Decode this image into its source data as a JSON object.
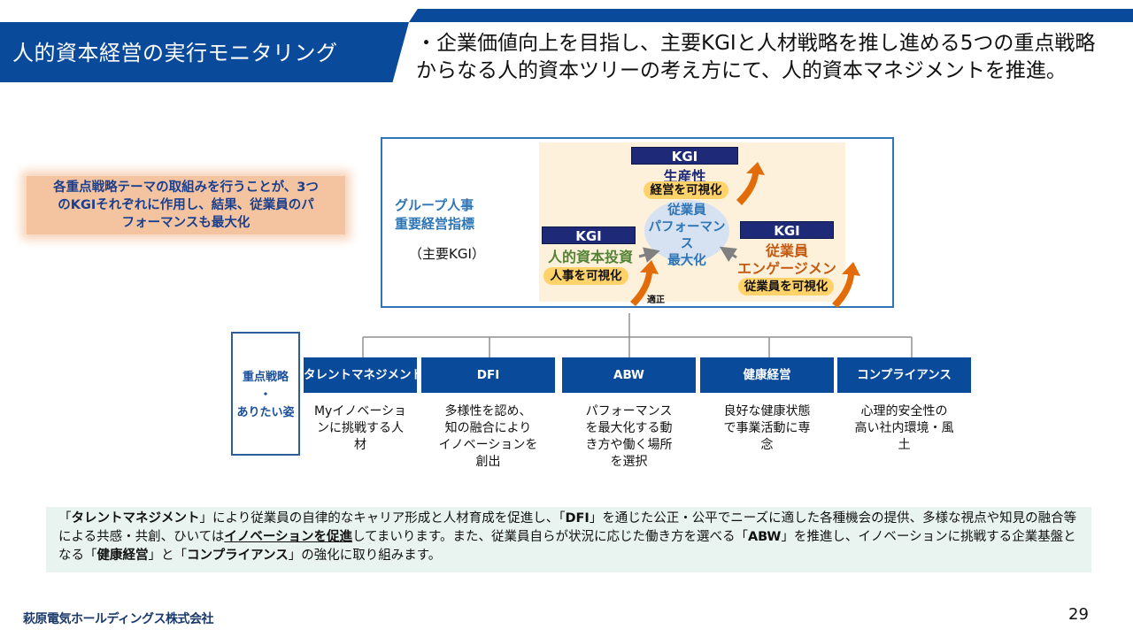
{
  "header": {
    "title": "人的資本経営の実行モニタリング",
    "lead": "・企業価値向上を目指し、主要KGIと人材戦略を推し進める5つの重点戦略からなる人的資本ツリーの考え方にて、人的資本マネジメントを推進。"
  },
  "callout": {
    "lines": [
      "各重点戦略テーマの取組みを行うことが、3つ",
      "のKGIそれぞれに作用し、結果、従業員のパ",
      "フォーマンスも最大化"
    ]
  },
  "kgi_panel": {
    "label_line1": "グループ人事",
    "label_line2": "重要経営指標",
    "sub_label": "（主要KGI）",
    "center": [
      "従業員",
      "パフォーマンス",
      "最大化"
    ],
    "annotation": "適正",
    "kgis": [
      {
        "badge": "KGI",
        "name": "生産性",
        "pill": "経営を可視化",
        "color": "#1e2a78"
      },
      {
        "badge": "KGI",
        "name": "人的資本投資",
        "pill": "人事を可視化",
        "color": "#548235"
      },
      {
        "badge": "KGI",
        "name_line1": "従業員",
        "name_line2": "エンゲージメント",
        "pill": "従業員を可視化",
        "color": "#c55a11"
      }
    ]
  },
  "tree": {
    "side_label_line1": "重点戦略",
    "side_label_sep": "・",
    "side_label_line2": "ありたい姿",
    "strategies": [
      {
        "name": "タレントマネジメント",
        "desc": [
          "Myイノベーショ",
          "ンに挑戦する人",
          "材"
        ]
      },
      {
        "name": "DFI",
        "desc": [
          "多様性を認め、",
          "知の融合により",
          "イノベーションを",
          "創出"
        ]
      },
      {
        "name": "ABW",
        "desc": [
          "パフォーマンス",
          "を最大化する動",
          "き方や働く場所",
          "を選択"
        ]
      },
      {
        "name": "健康経営",
        "desc": [
          "良好な健康状態",
          "で事業活動に専",
          "念"
        ]
      },
      {
        "name": "コンプライアンス",
        "desc": [
          "心理的安全性の",
          "高い社内環境・風",
          "土"
        ]
      }
    ]
  },
  "summary": {
    "p1": "「",
    "b1": "タレントマネジメント",
    "p2": "」により従業員の自律的なキャリア形成と人材育成を促進し、「",
    "b2": "DFI",
    "p3": "」を通じた公正・公平でニーズに適した各種機会の提供、多様な視点や知見の融合等による共感・共創、ひいては",
    "u1": "イノベーションを促進",
    "p4": "してまいります。また、従業員自らが状況に応じた働き方を選べる「",
    "b3": "ABW",
    "p5": "」を推進し、イノベーションに挑戦する企業基盤となる「",
    "b4": "健康経営",
    "p6": "」と「",
    "b5": "コンプライアンス",
    "p7": "」の強化に取り組みます。"
  },
  "footer": {
    "company": "萩原電気ホールディングス株式会社",
    "page_number": "29"
  },
  "colors": {
    "brand_blue": "#0a4a9a",
    "kgi_navy": "#1e2a78",
    "accent_orange": "#e36c0a",
    "pill_yellow": "#ffd26a",
    "summary_bg": "#e9f4f1"
  }
}
